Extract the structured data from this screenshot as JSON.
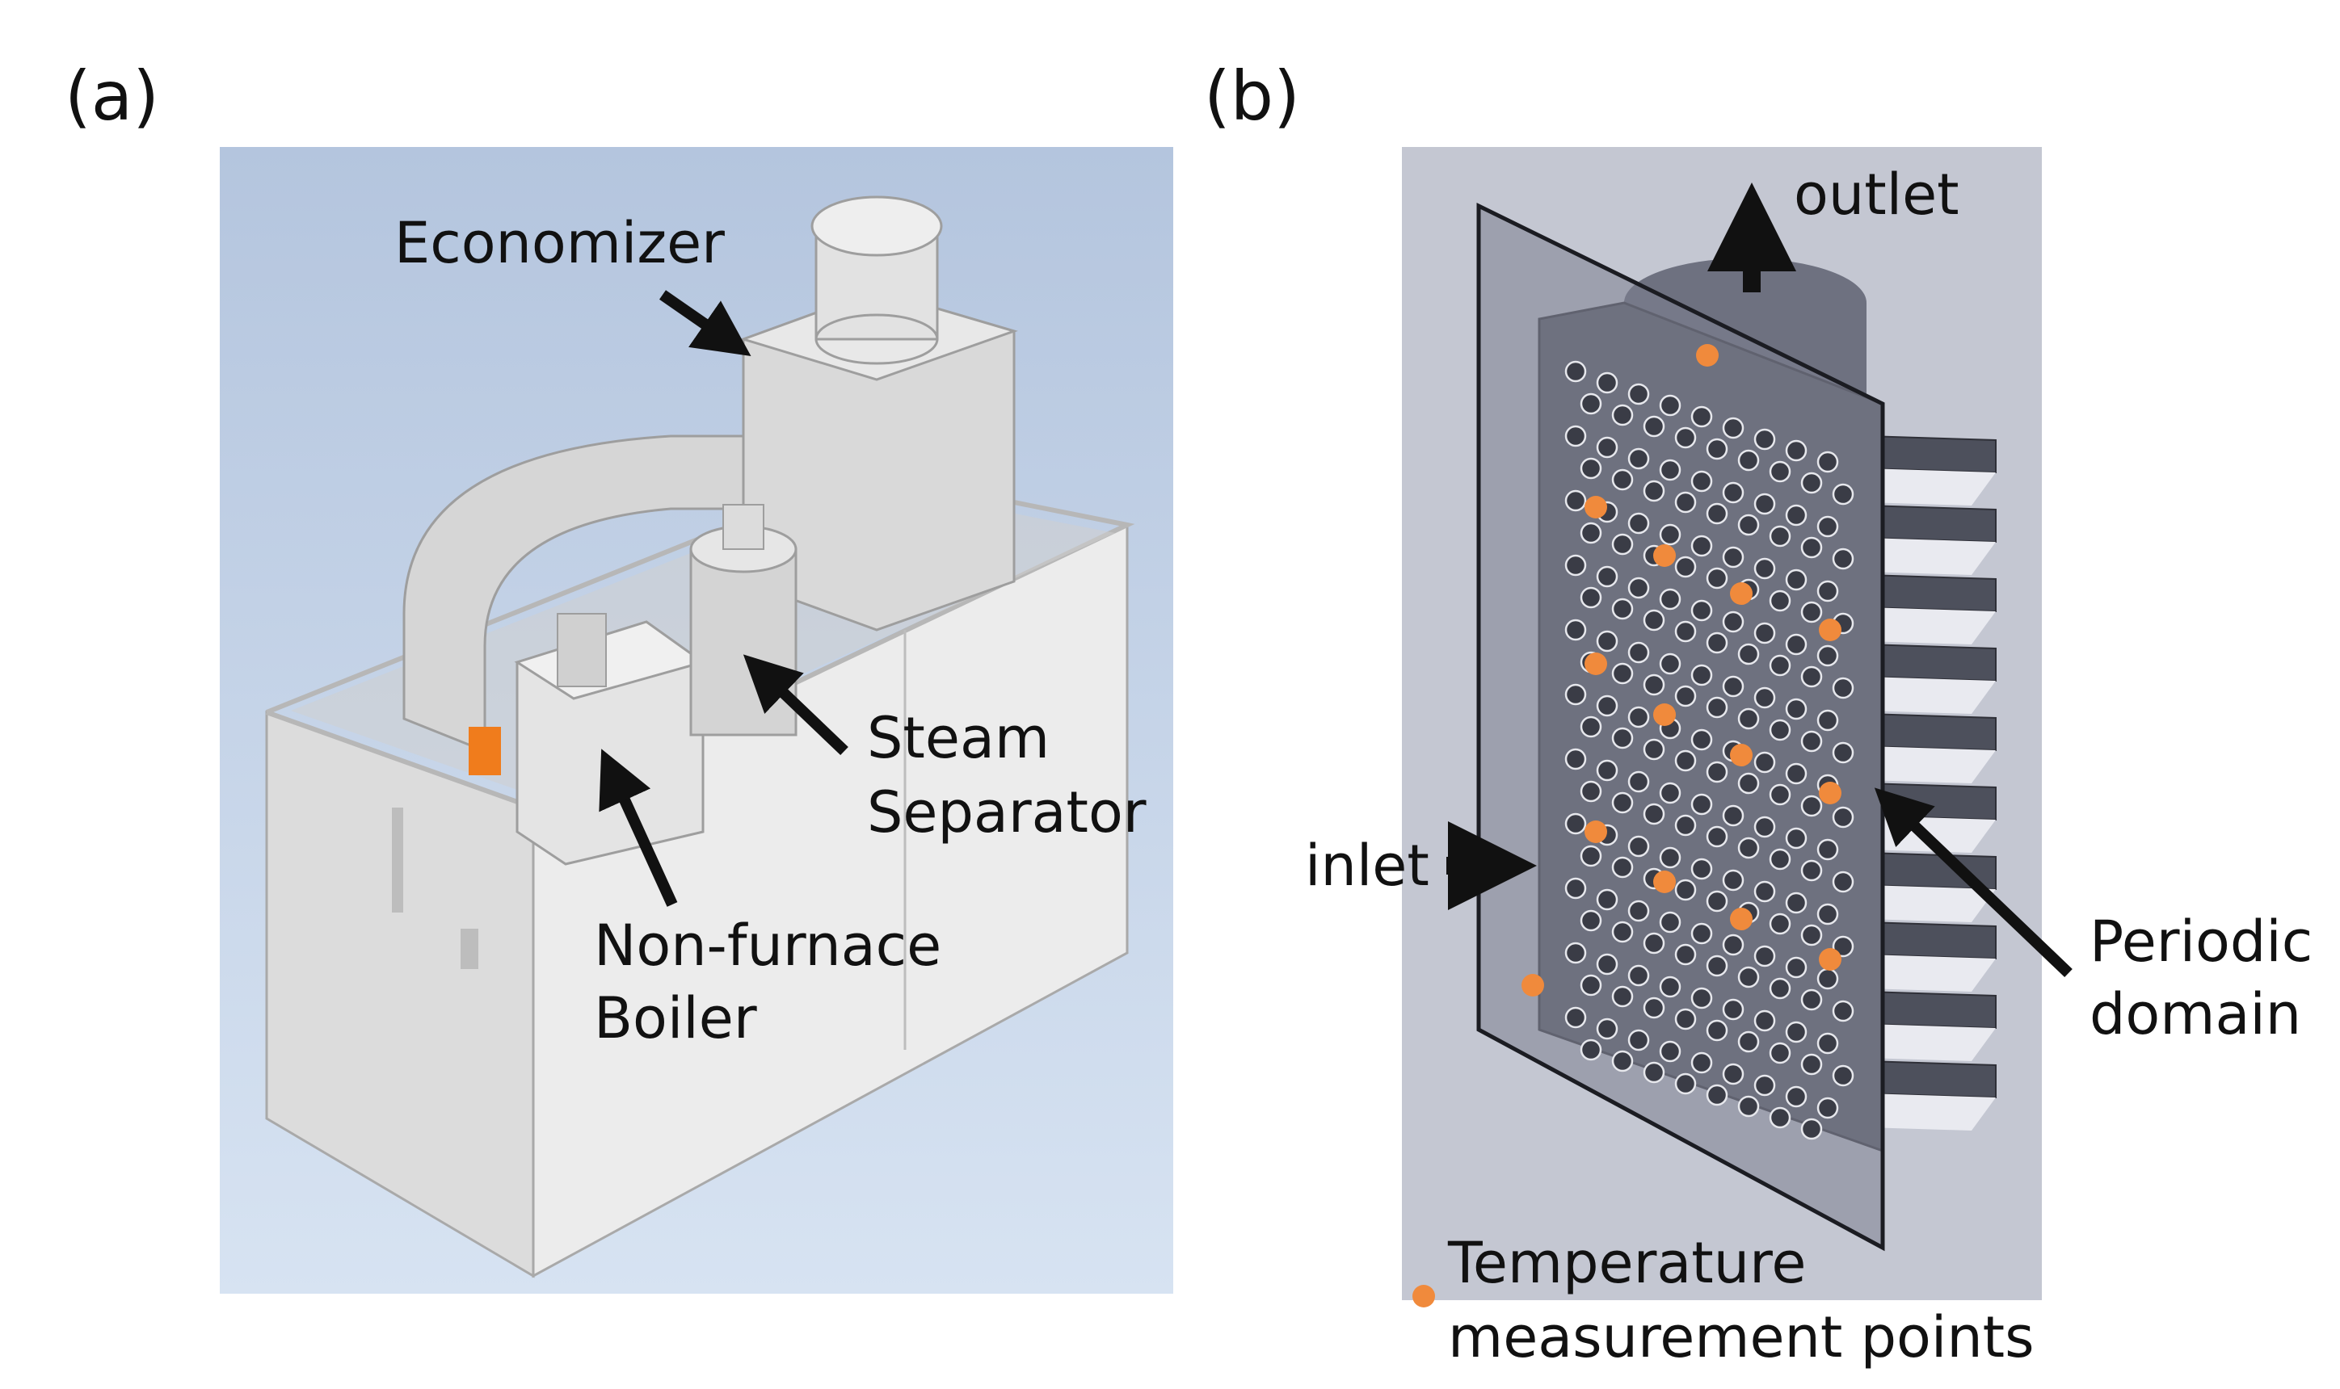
{
  "panels": {
    "a": {
      "label": "(a)",
      "annotations": {
        "economizer": "Economizer",
        "steam_separator_line1": "Steam",
        "steam_separator_line2": "Separator",
        "boiler_line1": "Non-furnace",
        "boiler_line2": "Boiler"
      }
    },
    "b": {
      "label": "(b)",
      "annotations": {
        "outlet": "outlet",
        "inlet": "inlet",
        "periodic_line1": "Periodic",
        "periodic_line2": "domain"
      },
      "legend": {
        "line1": "Temperature",
        "line2": "measurement points"
      }
    }
  },
  "colors": {
    "measurement_point": "#f08a3c",
    "domain_body": "#5c5f6c",
    "panel_a_background": "#c3d2e6",
    "panel_b_background": "#c4c7d2"
  }
}
